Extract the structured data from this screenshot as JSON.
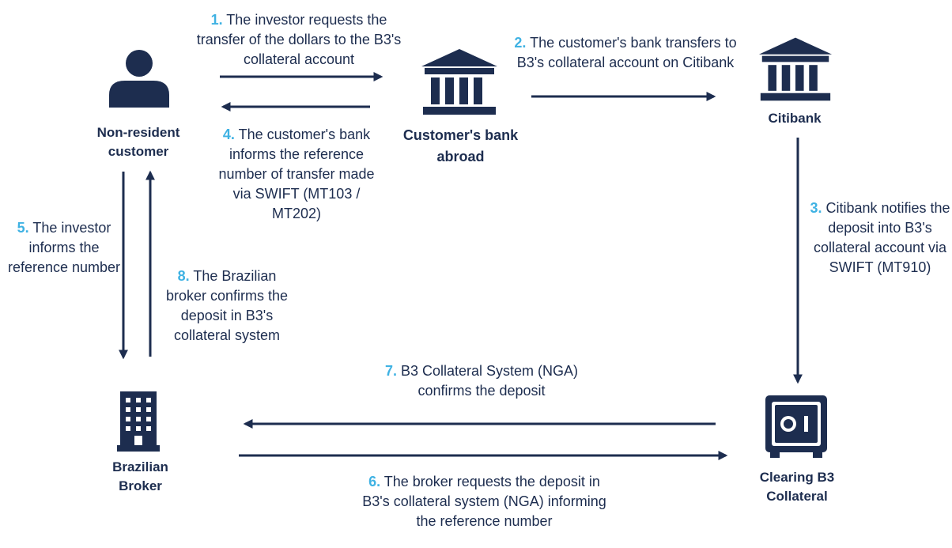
{
  "colors": {
    "navy": "#1d2d4f",
    "step_number": "#3fb2e3"
  },
  "nodes": {
    "customer": {
      "icon": "person-icon",
      "label": "Non-resident customer"
    },
    "bank": {
      "icon": "bank-icon",
      "label": "Customer's bank abroad"
    },
    "citibank": {
      "icon": "bank-icon",
      "label": "Citibank"
    },
    "broker": {
      "icon": "office-building-icon",
      "label": "Brazilian Broker"
    },
    "clearing": {
      "icon": "safe-icon",
      "label": "Clearing B3 Collateral"
    }
  },
  "steps": [
    {
      "num": "1.",
      "text": "The investor requests the transfer of the dollars to the B3's collateral account"
    },
    {
      "num": "2.",
      "text": "The customer's bank transfers to  B3's collateral account on Citibank"
    },
    {
      "num": "3.",
      "text": "Citibank notifies the deposit into B3's collateral account via SWIFT (MT910)"
    },
    {
      "num": "4.",
      "text": "The customer's bank informs the reference number of transfer made via SWIFT (MT103 / MT202)"
    },
    {
      "num": "5.",
      "text": "The investor informs the reference number"
    },
    {
      "num": "6.",
      "text": "The broker requests the deposit in B3's collateral system (NGA) informing the reference number"
    },
    {
      "num": "7.",
      "text": "B3 Collateral System (NGA) confirms the deposit"
    },
    {
      "num": "8.",
      "text": "The Brazilian broker confirms the deposit in B3's collateral system"
    }
  ]
}
